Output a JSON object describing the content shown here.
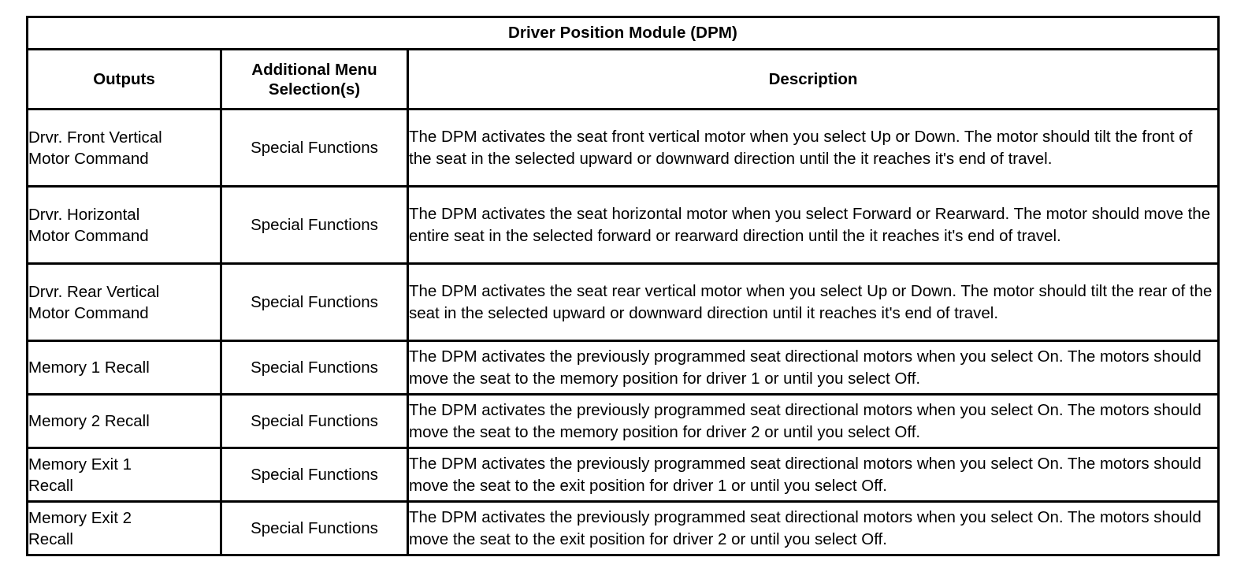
{
  "table": {
    "title": "Driver Position Module (DPM)",
    "columns": [
      {
        "key": "outputs",
        "label": "Outputs"
      },
      {
        "key": "menu",
        "label_line1": "Additional Menu",
        "label_line2": "Selection(s)",
        "label": "Additional Menu Selection(s)"
      },
      {
        "key": "description",
        "label": "Description"
      }
    ],
    "rows": [
      {
        "output_line1": "Drvr. Front Vertical",
        "output_line2": "Motor Command",
        "output": "Drvr. Front Vertical Motor Command",
        "menu": "Special Functions",
        "description": "The DPM activates the seat front vertical motor when you select Up or Down. The motor should tilt the front of the seat in the selected upward or downward direction until the it reaches it's end of travel."
      },
      {
        "output_line1": "Drvr. Horizontal",
        "output_line2": "Motor Command",
        "output": "Drvr. Horizontal Motor Command",
        "menu": "Special Functions",
        "description": "The DPM activates the seat horizontal motor when you select Forward or Rearward. The motor should move the entire seat in the selected forward or rearward direction until the it reaches it's end of travel."
      },
      {
        "output_line1": "Drvr. Rear Vertical",
        "output_line2": "Motor Command",
        "output": "Drvr. Rear Vertical Motor Command",
        "menu": "Special Functions",
        "description": "The DPM activates the seat rear vertical motor when you select Up or Down. The motor should tilt the rear of the seat in the selected upward or downward direction until it reaches it's end of travel."
      },
      {
        "output_line1": "Memory 1 Recall",
        "output_line2": "",
        "output": "Memory 1 Recall",
        "menu": "Special Functions",
        "description": "The DPM activates the previously programmed seat directional motors when you select On. The motors should move the seat to the memory position for driver 1 or until you select Off."
      },
      {
        "output_line1": "Memory 2 Recall",
        "output_line2": "",
        "output": "Memory 2 Recall",
        "menu": "Special Functions",
        "description": "The DPM activates the previously programmed seat directional motors when you select On. The motors should move the seat to the memory position for driver 2 or until you select Off."
      },
      {
        "output_line1": "Memory Exit 1",
        "output_line2": "Recall",
        "output": "Memory Exit 1 Recall",
        "menu": "Special Functions",
        "description": "The DPM activates the previously programmed seat directional motors when you select On. The motors should move the seat to the exit position for driver 1 or until you select Off."
      },
      {
        "output_line1": "Memory Exit 2",
        "output_line2": "Recall",
        "output": "Memory Exit 2 Recall",
        "menu": "Special Functions",
        "description": "The DPM activates the previously programmed seat directional motors when you select On. The motors should move the seat to the exit position for driver 2 or until you select Off."
      }
    ]
  },
  "colors": {
    "border": "#000000",
    "text": "#000000",
    "background": "#ffffff"
  }
}
